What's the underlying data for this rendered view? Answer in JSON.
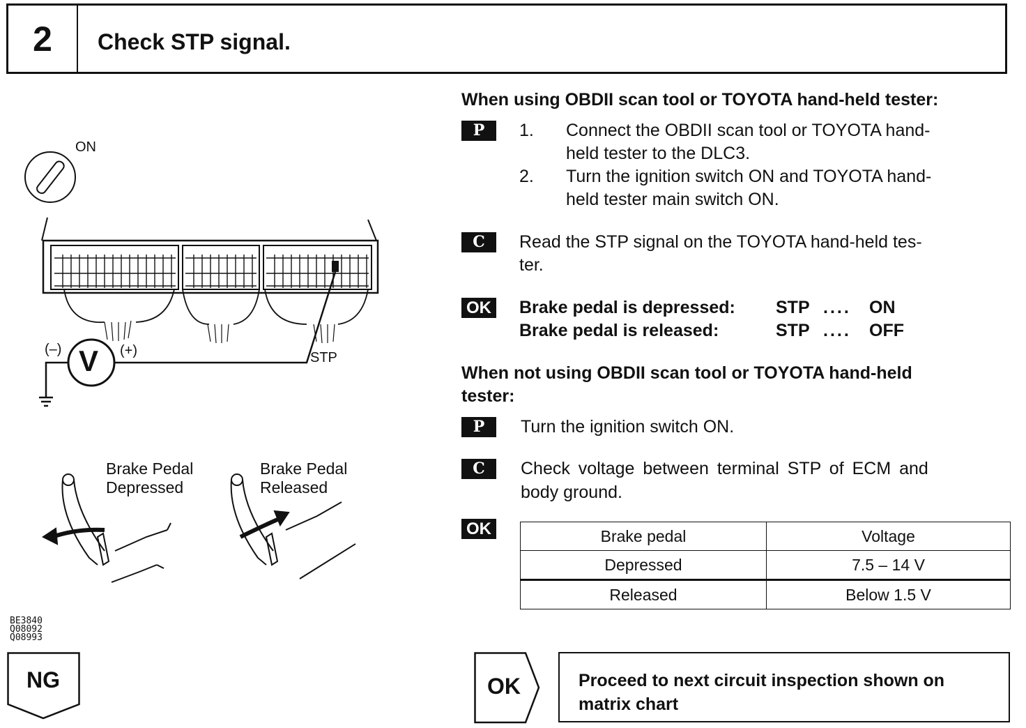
{
  "header": {
    "step": "2",
    "title": "Check STP signal."
  },
  "section1": {
    "heading": "When using OBDII scan tool or TOYOTA hand-held tester:",
    "badge_p": "P",
    "steps": [
      {
        "num": "1.",
        "line1": "Connect the OBDII scan tool or TOYOTA hand-",
        "line2": "held tester to the DLC3."
      },
      {
        "num": "2.",
        "line1": "Turn the ignition switch ON and TOYOTA hand-",
        "line2": "held tester main switch ON."
      }
    ],
    "badge_c": "C",
    "check_line1": "Read the STP signal on the TOYOTA hand-held tes-",
    "check_line2": "ter.",
    "badge_ok": "OK",
    "results": [
      {
        "condition": "Brake pedal is depressed:",
        "signal": "STP",
        "dots": "....",
        "state": "ON"
      },
      {
        "condition": "Brake pedal is released:",
        "signal": "STP",
        "dots": "....",
        "state": "OFF"
      }
    ]
  },
  "section2": {
    "heading_line1": "When not using OBDII scan tool or TOYOTA hand-held",
    "heading_line2": "tester:",
    "badge_p": "P",
    "prep": "Turn the ignition switch ON.",
    "badge_c": "C",
    "check_line1": "Check voltage between terminal STP of ECM and",
    "check_line2": "body ground.",
    "badge_ok": "OK",
    "table": {
      "headers": [
        "Brake pedal",
        "Voltage"
      ],
      "rows": [
        [
          "Depressed",
          "7.5 – 14 V"
        ],
        [
          "Released",
          "Below 1.5 V"
        ]
      ]
    }
  },
  "figure": {
    "on_label": "ON",
    "minus_label": "(–)",
    "plus_label": "(+)",
    "meter_label": "V",
    "stp_label": "STP",
    "pedal_left_line1": "Brake Pedal",
    "pedal_left_line2": "Depressed",
    "pedal_right_line1": "Brake Pedal",
    "pedal_right_line2": "Released",
    "codes": [
      "BE3840",
      "Q08092",
      "Q08993"
    ]
  },
  "flow": {
    "ng_label": "NG",
    "ok_label": "OK",
    "ok_text_line1": "Proceed to next circuit inspection shown on",
    "ok_text_line2": "matrix chart"
  }
}
